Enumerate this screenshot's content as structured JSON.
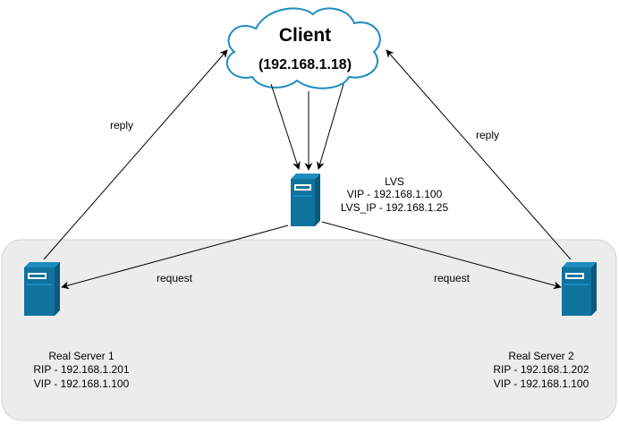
{
  "client": {
    "name": "Client",
    "ip": "(192.168.1.18)"
  },
  "lvs": {
    "title": "LVS",
    "vip": "VIP - 192.168.1.100",
    "lvs_ip": "LVS_IP - 192.168.1.25"
  },
  "real_server_1": {
    "title": "Real Server 1",
    "rip": "RIP - 192.168.1.201",
    "vip": "VIP - 192.168.1.100"
  },
  "real_server_2": {
    "title": "Real Server 2",
    "rip": "RIP - 192.168.1.202",
    "vip": "VIP - 192.168.1.100"
  },
  "edges": {
    "reply_left": "reply",
    "reply_right": "reply",
    "request_left": "request",
    "request_right": "request"
  },
  "colors": {
    "server_body": "#10739e",
    "server_face": "#1d8cc0",
    "server_light": "#ffffff",
    "cloud_stroke": "#1d8cc0",
    "zone_fill": "#ececec",
    "zone_stroke": "#d4d4d4"
  }
}
